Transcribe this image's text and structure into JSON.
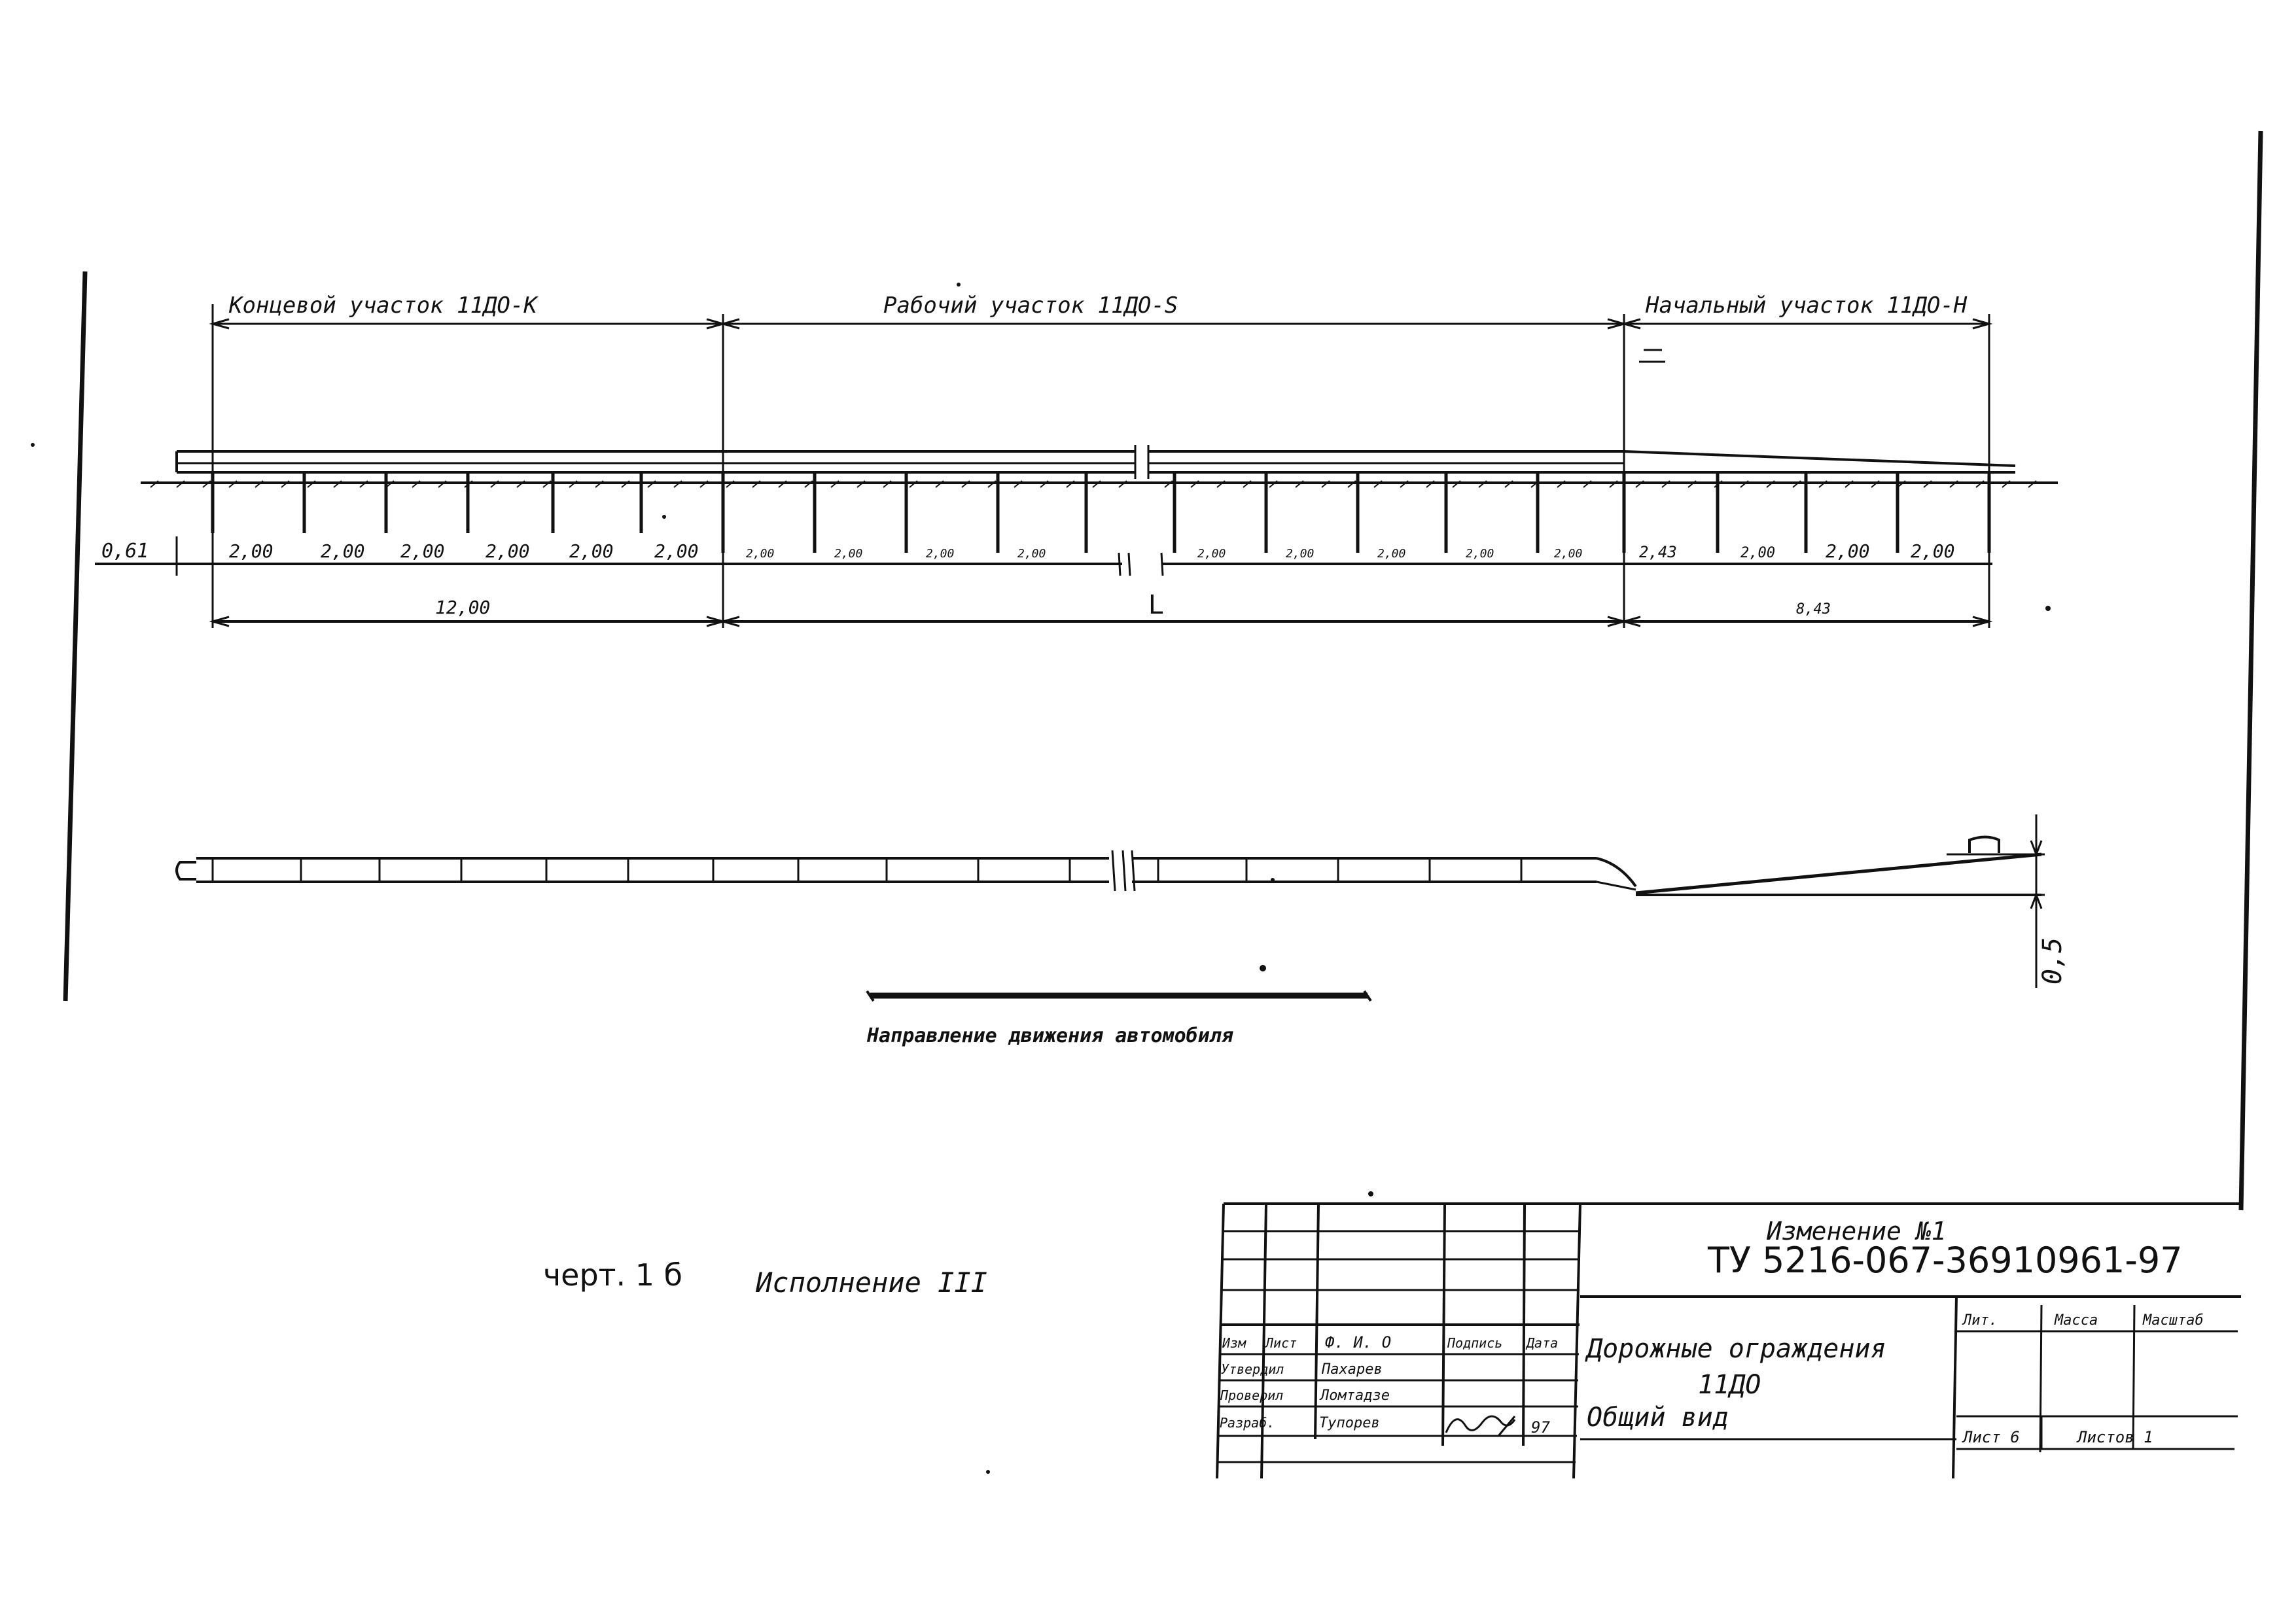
{
  "plan": {
    "segments": [
      {
        "label": "Концевой участок 11ДО-К"
      },
      {
        "label": "Рабочий участок 11ДО-S"
      },
      {
        "label": "Начальный участок 11ДО-Н"
      }
    ],
    "offset_label": "0,61",
    "spacings_end": [
      "2,00",
      "2,00",
      "2,00",
      "2,00",
      "2,00",
      "2,00"
    ],
    "spacings_work": [
      "2,00",
      "2,00",
      "2,00",
      "2,00",
      "2,00",
      "2,00",
      "2,00",
      "2,00",
      "2,00"
    ],
    "spacings_start": [
      "2,43",
      "2,00",
      "2,00",
      "2,00"
    ],
    "totals": [
      "12,00",
      "L",
      "8,43"
    ]
  },
  "side": {
    "height_label": "0,5"
  },
  "direction_label": "Направление движения автомобиля",
  "caption": {
    "cherteg": "черт. 1 б",
    "variant": "Исполнение III"
  },
  "title_block": {
    "change": "Изменение №1",
    "doc_code": "ТУ 5216-067-36910961-97",
    "name_line1": "Дорожные ограждения",
    "name_line2": "11ДО",
    "name_line3": "Общий вид",
    "col_headers": [
      "Изм",
      "Лист",
      "Ф. И. О",
      "Подпись",
      "Дата"
    ],
    "roles": [
      {
        "role": "Утвердил",
        "name": "Пахарев"
      },
      {
        "role": "Проверил",
        "name": "Ломтадзе"
      },
      {
        "role": "Разраб.",
        "name": "Тупорев",
        "sign": "97"
      }
    ],
    "lit": "Лит.",
    "massa": "Масса",
    "masshtab": "Масштаб",
    "sheet": "Лист 6",
    "sheets": "Листов 1"
  }
}
